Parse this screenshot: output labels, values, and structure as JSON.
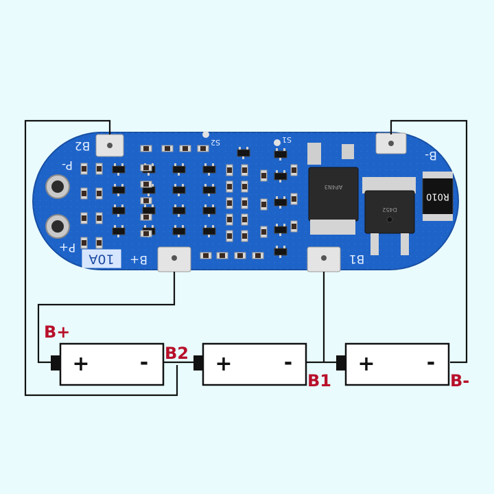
{
  "board": {
    "color": "#1e63c8",
    "labels": {
      "b2_top": "B2",
      "s2": "S2",
      "s1": "S1",
      "b_minus_top": "B-",
      "p_minus": "P-",
      "p_plus": "P+",
      "rating": "10A",
      "b_plus": "B+",
      "b1": "B1",
      "resistor": "R010"
    },
    "mosfet_codes": [
      "AP4N3",
      "D452"
    ]
  },
  "terminals": {
    "b_plus": "B+",
    "b2": "B2",
    "b1": "B1",
    "b_minus": "B-",
    "label_color": "#b8102a"
  },
  "batteries": [
    {
      "plus": "+",
      "minus": "-"
    },
    {
      "plus": "+",
      "minus": "-"
    },
    {
      "plus": "+",
      "minus": "-"
    }
  ]
}
